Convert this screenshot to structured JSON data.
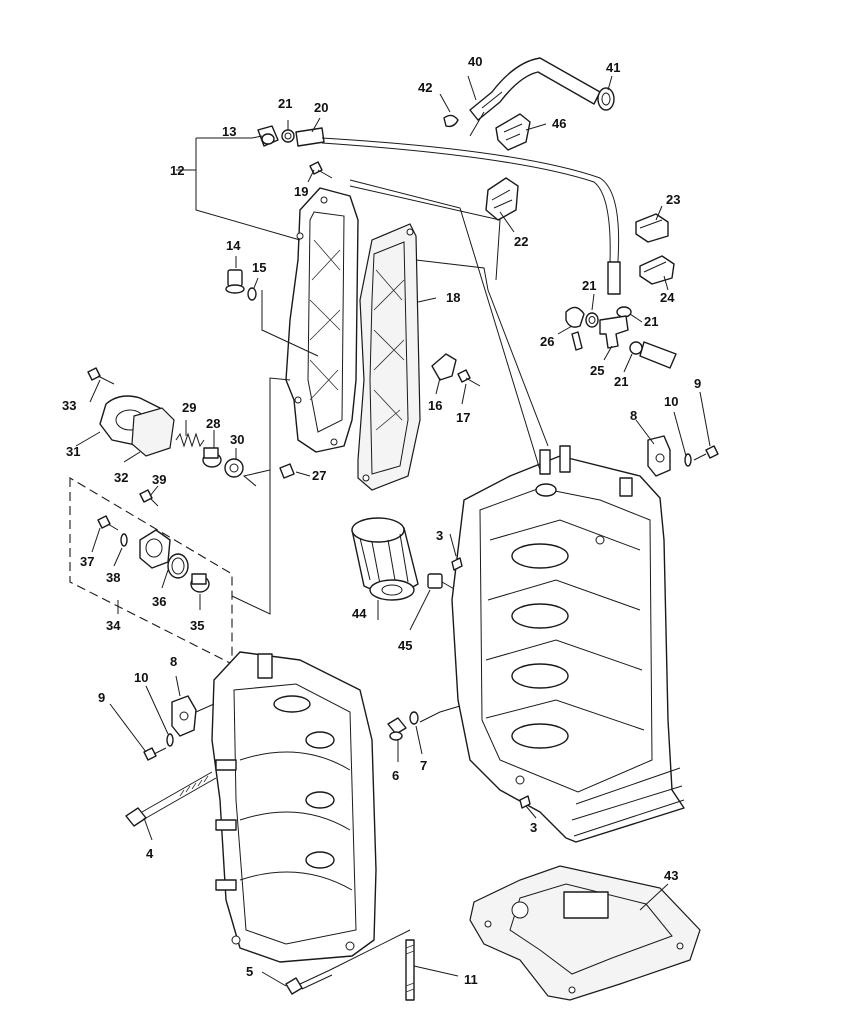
{
  "callouts": {
    "c3a": "3",
    "c3b": "3",
    "c4": "4",
    "c5": "5",
    "c6": "6",
    "c7": "7",
    "c8a": "8",
    "c8b": "8",
    "c9a": "9",
    "c9b": "9",
    "c10a": "10",
    "c10b": "10",
    "c11": "11",
    "c12": "12",
    "c13": "13",
    "c14": "14",
    "c15": "15",
    "c16": "16",
    "c17": "17",
    "c18": "18",
    "c19": "19",
    "c20": "20",
    "c21a": "21",
    "c21b": "21",
    "c21c": "21",
    "c21d": "21",
    "c22": "22",
    "c23": "23",
    "c24": "24",
    "c25": "25",
    "c26": "26",
    "c27": "27",
    "c28": "28",
    "c29": "29",
    "c30": "30",
    "c31": "31",
    "c32": "32",
    "c33": "33",
    "c34": "34",
    "c35": "35",
    "c36": "36",
    "c37": "37",
    "c38": "38",
    "c39": "39",
    "c40": "40",
    "c41": "41",
    "c42": "42",
    "c43": "43",
    "c44": "44",
    "c45": "45",
    "c46": "46"
  }
}
